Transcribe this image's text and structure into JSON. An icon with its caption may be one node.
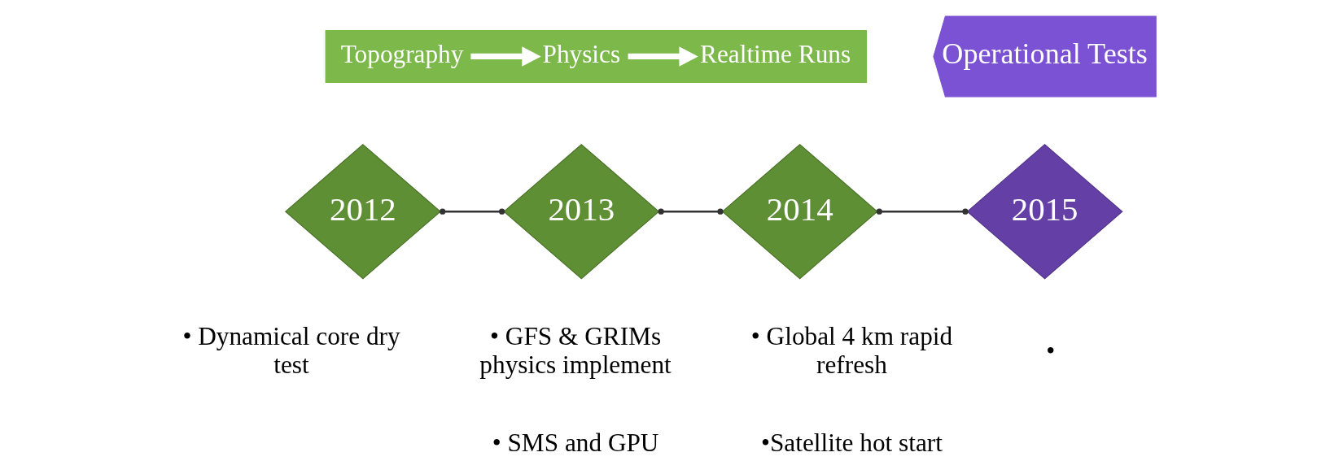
{
  "diagram": {
    "nodes": [
      {
        "text": [],
        "shape": "bar"
      },
      {
        "text": [
          "Topography"
        ],
        "in": 0
      },
      {
        "text": [
          "Physics"
        ],
        "in": 0
      },
      {
        "text": [
          "Realtime Runs"
        ],
        "in": 0
      },
      {
        "text": [
          "Operational Tests"
        ]
      },
      {
        "text": [
          "2012"
        ],
        "beside": [
          "• Dynamical core dry test"
        ]
      },
      {
        "text": [
          "2013"
        ],
        "beside": [
          "• GFS & GRIMs physics implement",
          "• SMS and GPU"
        ]
      },
      {
        "text": [
          "2014"
        ],
        "beside": [
          "• Global 4 km rapid refresh",
          "•Satellite hot start"
        ]
      },
      {
        "text": [
          "2015"
        ],
        "beside": [
          "•"
        ]
      }
    ],
    "edges": [
      {
        "from": 1,
        "to": 2,
        "arrow": "to",
        "style": "thick",
        "color": "#ffffff"
      },
      {
        "from": 2,
        "to": 3,
        "arrow": "to",
        "style": "thick",
        "color": "#ffffff"
      },
      {
        "from": 5,
        "to": 6,
        "arrow": "other"
      },
      {
        "from": 6,
        "to": 7,
        "arrow": "other"
      },
      {
        "from": 7,
        "to": 8,
        "arrow": "other"
      }
    ]
  }
}
